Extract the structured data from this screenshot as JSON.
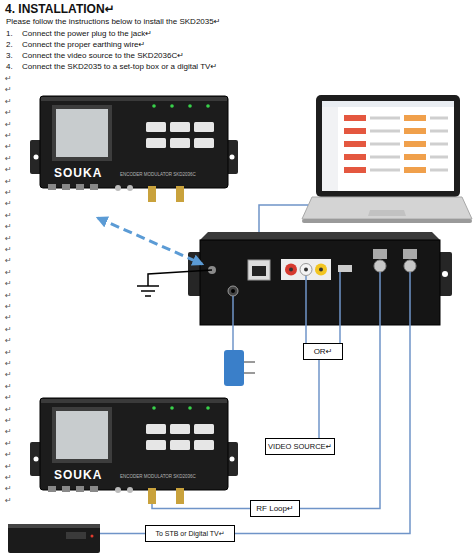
{
  "diagram": {
    "title": "4. INSTALLATION↵",
    "nodes": [
      {
        "text": [
          "SOUKA",
          "ENCODER MODULATOR SKD2036C"
        ]
      },
      {
        "text": [
          "OR↵"
        ]
      },
      {
        "text": [
          "SOUKA",
          "ENCODER MODULATOR SKD2036C"
        ]
      },
      {
        "text": [
          "VIDEO SOURCE↵"
        ]
      },
      {
        "text": [
          "RF Loop↵"
        ]
      },
      {
        "text": [
          "To STB or Digital TV↵"
        ]
      }
    ],
    "edges": [
      {
        "from": 1,
        "to": 3,
        "arrow": "none"
      },
      {
        "from": 4,
        "to": 2,
        "arrow": "none"
      }
    ],
    "labels": [
      "Please follow the instructions below to install the SKD2035↵",
      "1.",
      "Connect the power plug to the jack↵",
      "2.",
      "Connect the proper earthing wire↵",
      "3.",
      "Connect the video source to the SKD2036C↵",
      "4.",
      "Connect the SKD2035 to a set-top box or a digital TV↵",
      "↵",
      "↵",
      "↵",
      "↵",
      "↵",
      "↵",
      "↵",
      "↵",
      "↵",
      "↵",
      "↵",
      "↵",
      "↵",
      "↵",
      "↵",
      "↵",
      "↵",
      "↵",
      "↵",
      "↵",
      "↵",
      "↵",
      "↵",
      "↵",
      "↵",
      "↵",
      "↵",
      "↵",
      "↵",
      "↵",
      "↵",
      "↵",
      "↵",
      "↵",
      "↵",
      "↵",
      "↵",
      "↵"
    ]
  }
}
